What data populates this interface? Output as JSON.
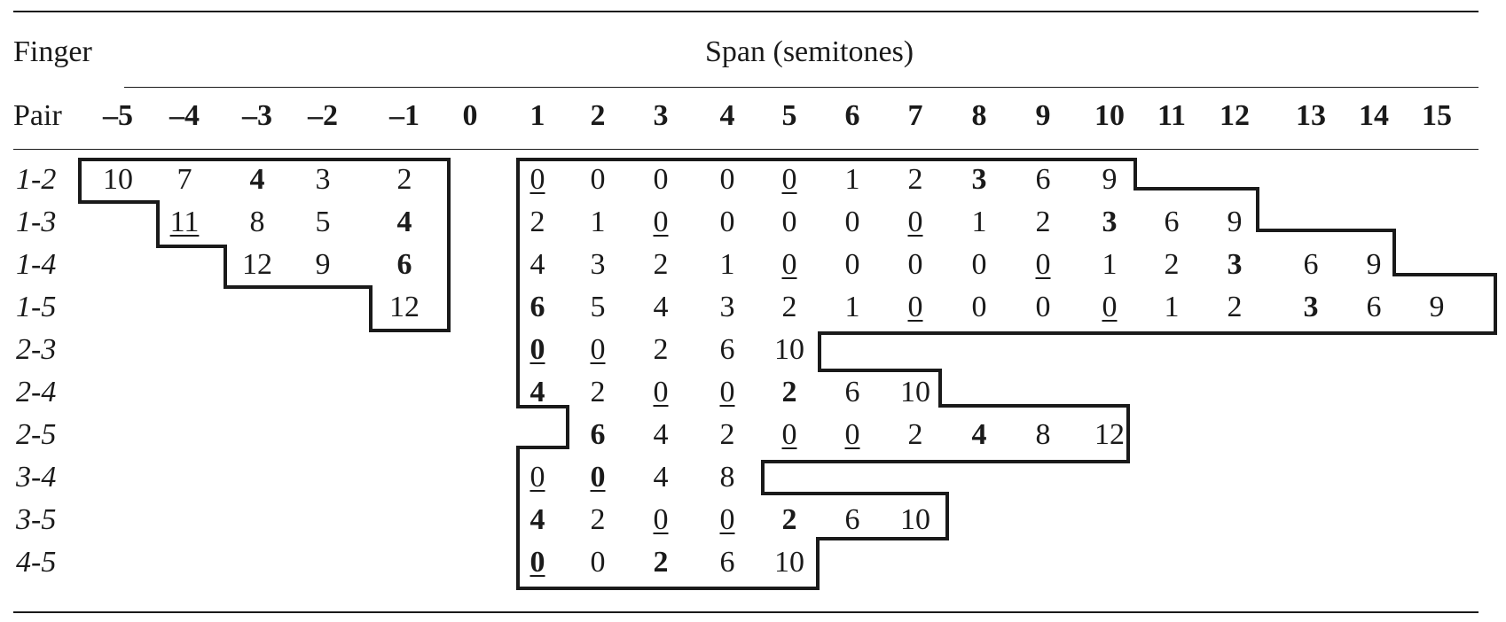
{
  "header": {
    "finger_label": "Finger",
    "span_label": "Span (semitones)",
    "pair_label": "Pair"
  },
  "columns": [
    "–5",
    "–4",
    "–3",
    "–2",
    "–1",
    "0",
    "1",
    "2",
    "3",
    "4",
    "5",
    "6",
    "7",
    "8",
    "9",
    "10",
    "11",
    "12",
    "13",
    "14",
    "15"
  ],
  "rows": [
    {
      "label": "1-2",
      "cells": [
        {
          "col": 0,
          "v": "10"
        },
        {
          "col": 1,
          "v": "7"
        },
        {
          "col": 2,
          "v": "4",
          "b": true
        },
        {
          "col": 3,
          "v": "3"
        },
        {
          "col": 4,
          "v": "2"
        },
        {
          "col": 6,
          "v": "0",
          "u": true
        },
        {
          "col": 7,
          "v": "0"
        },
        {
          "col": 8,
          "v": "0"
        },
        {
          "col": 9,
          "v": "0"
        },
        {
          "col": 10,
          "v": "0",
          "u": true
        },
        {
          "col": 11,
          "v": "1"
        },
        {
          "col": 12,
          "v": "2"
        },
        {
          "col": 13,
          "v": "3",
          "b": true
        },
        {
          "col": 14,
          "v": "6"
        },
        {
          "col": 15,
          "v": "9"
        }
      ]
    },
    {
      "label": "1-3",
      "cells": [
        {
          "col": 1,
          "v": "11",
          "u": true
        },
        {
          "col": 2,
          "v": "8"
        },
        {
          "col": 3,
          "v": "5"
        },
        {
          "col": 4,
          "v": "4",
          "b": true
        },
        {
          "col": 6,
          "v": "2"
        },
        {
          "col": 7,
          "v": "1"
        },
        {
          "col": 8,
          "v": "0",
          "u": true
        },
        {
          "col": 9,
          "v": "0"
        },
        {
          "col": 10,
          "v": "0"
        },
        {
          "col": 11,
          "v": "0"
        },
        {
          "col": 12,
          "v": "0",
          "u": true
        },
        {
          "col": 13,
          "v": "1"
        },
        {
          "col": 14,
          "v": "2"
        },
        {
          "col": 15,
          "v": "3",
          "b": true
        },
        {
          "col": 16,
          "v": "6"
        },
        {
          "col": 17,
          "v": "9"
        }
      ]
    },
    {
      "label": "1-4",
      "cells": [
        {
          "col": 2,
          "v": "12"
        },
        {
          "col": 3,
          "v": "9"
        },
        {
          "col": 4,
          "v": "6",
          "b": true
        },
        {
          "col": 6,
          "v": "4"
        },
        {
          "col": 7,
          "v": "3"
        },
        {
          "col": 8,
          "v": "2"
        },
        {
          "col": 9,
          "v": "1"
        },
        {
          "col": 10,
          "v": "0",
          "u": true
        },
        {
          "col": 11,
          "v": "0"
        },
        {
          "col": 12,
          "v": "0"
        },
        {
          "col": 13,
          "v": "0"
        },
        {
          "col": 14,
          "v": "0",
          "u": true
        },
        {
          "col": 15,
          "v": "1"
        },
        {
          "col": 16,
          "v": "2"
        },
        {
          "col": 17,
          "v": "3",
          "b": true
        },
        {
          "col": 18,
          "v": "6"
        },
        {
          "col": 19,
          "v": "9"
        }
      ]
    },
    {
      "label": "1-5",
      "cells": [
        {
          "col": 4,
          "v": "12"
        },
        {
          "col": 6,
          "v": "6",
          "b": true
        },
        {
          "col": 7,
          "v": "5"
        },
        {
          "col": 8,
          "v": "4"
        },
        {
          "col": 9,
          "v": "3"
        },
        {
          "col": 10,
          "v": "2"
        },
        {
          "col": 11,
          "v": "1"
        },
        {
          "col": 12,
          "v": "0",
          "u": true
        },
        {
          "col": 13,
          "v": "0"
        },
        {
          "col": 14,
          "v": "0"
        },
        {
          "col": 15,
          "v": "0",
          "u": true
        },
        {
          "col": 16,
          "v": "1"
        },
        {
          "col": 17,
          "v": "2"
        },
        {
          "col": 18,
          "v": "3",
          "b": true
        },
        {
          "col": 19,
          "v": "6"
        },
        {
          "col": 20,
          "v": "9"
        }
      ]
    },
    {
      "label": "2-3",
      "cells": [
        {
          "col": 6,
          "v": "0",
          "u": true,
          "b": true
        },
        {
          "col": 7,
          "v": "0",
          "u": true
        },
        {
          "col": 8,
          "v": "2"
        },
        {
          "col": 9,
          "v": "6"
        },
        {
          "col": 10,
          "v": "10"
        }
      ]
    },
    {
      "label": "2-4",
      "cells": [
        {
          "col": 6,
          "v": "4",
          "b": true
        },
        {
          "col": 7,
          "v": "2"
        },
        {
          "col": 8,
          "v": "0",
          "u": true
        },
        {
          "col": 9,
          "v": "0",
          "u": true
        },
        {
          "col": 10,
          "v": "2",
          "b": true
        },
        {
          "col": 11,
          "v": "6"
        },
        {
          "col": 12,
          "v": "10"
        }
      ]
    },
    {
      "label": "2-5",
      "cells": [
        {
          "col": 7,
          "v": "6",
          "b": true
        },
        {
          "col": 8,
          "v": "4"
        },
        {
          "col": 9,
          "v": "2"
        },
        {
          "col": 10,
          "v": "0",
          "u": true
        },
        {
          "col": 11,
          "v": "0",
          "u": true
        },
        {
          "col": 12,
          "v": "2"
        },
        {
          "col": 13,
          "v": "4",
          "b": true
        },
        {
          "col": 14,
          "v": "8"
        },
        {
          "col": 15,
          "v": "12"
        }
      ]
    },
    {
      "label": "3-4",
      "cells": [
        {
          "col": 6,
          "v": "0",
          "u": true
        },
        {
          "col": 7,
          "v": "0",
          "u": true,
          "b": true
        },
        {
          "col": 8,
          "v": "4"
        },
        {
          "col": 9,
          "v": "8"
        }
      ]
    },
    {
      "label": "3-5",
      "cells": [
        {
          "col": 6,
          "v": "4",
          "b": true
        },
        {
          "col": 7,
          "v": "2"
        },
        {
          "col": 8,
          "v": "0",
          "u": true
        },
        {
          "col": 9,
          "v": "0",
          "u": true
        },
        {
          "col": 10,
          "v": "2",
          "b": true
        },
        {
          "col": 11,
          "v": "6"
        },
        {
          "col": 12,
          "v": "10"
        }
      ]
    },
    {
      "label": "4-5",
      "cells": [
        {
          "col": 6,
          "v": "0",
          "u": true,
          "b": true
        },
        {
          "col": 7,
          "v": "0"
        },
        {
          "col": 8,
          "v": "2",
          "b": true
        },
        {
          "col": 9,
          "v": "6"
        },
        {
          "col": 10,
          "v": "10"
        }
      ]
    }
  ]
}
